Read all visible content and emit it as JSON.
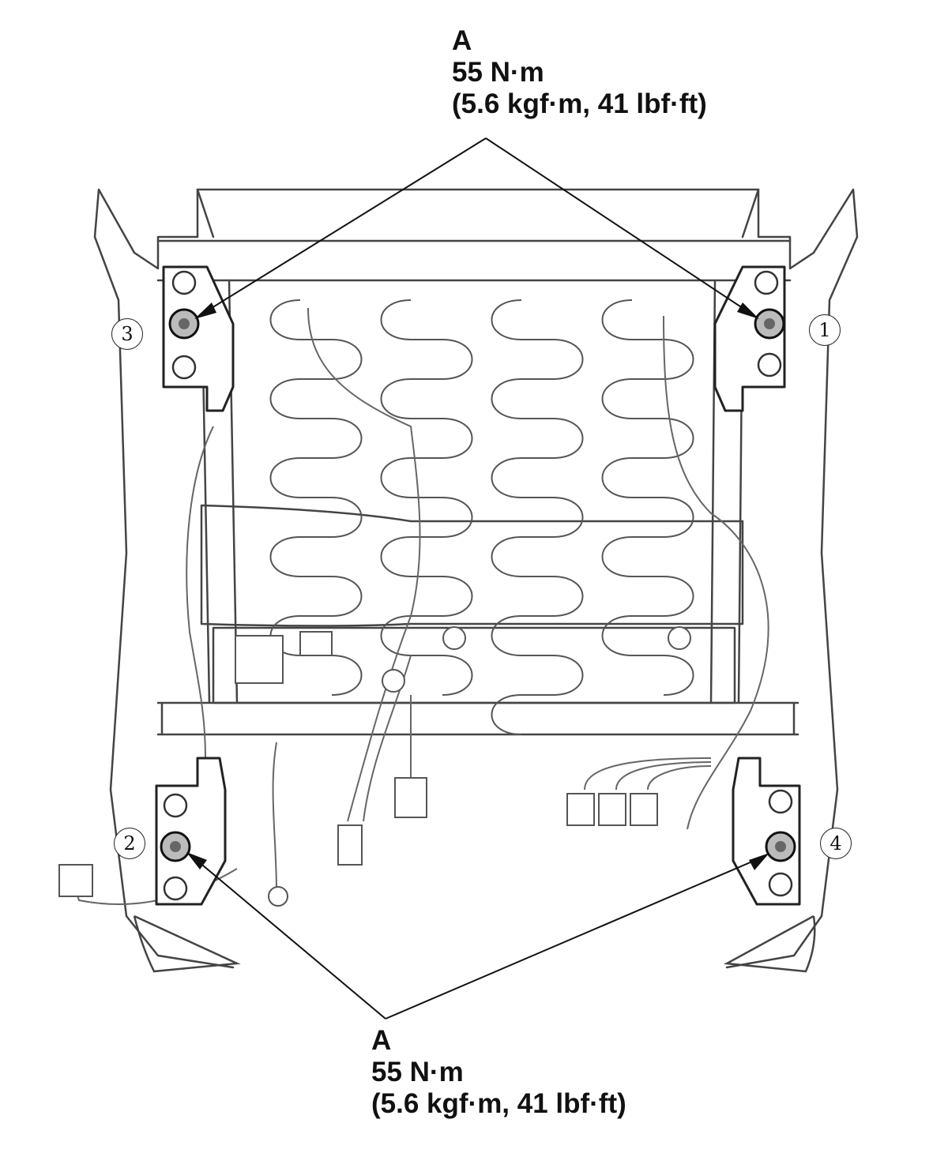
{
  "callouts": {
    "top": {
      "letter": "A",
      "torque": "55 N·m",
      "conversion": "(5.6 kgf·m, 41 lbf·ft)"
    },
    "bottom": {
      "letter": "A",
      "torque": "55 N·m",
      "conversion": "(5.6 kgf·m, 41 lbf·ft)"
    }
  },
  "sequence": {
    "one": "1",
    "two": "2",
    "three": "3",
    "four": "4"
  }
}
